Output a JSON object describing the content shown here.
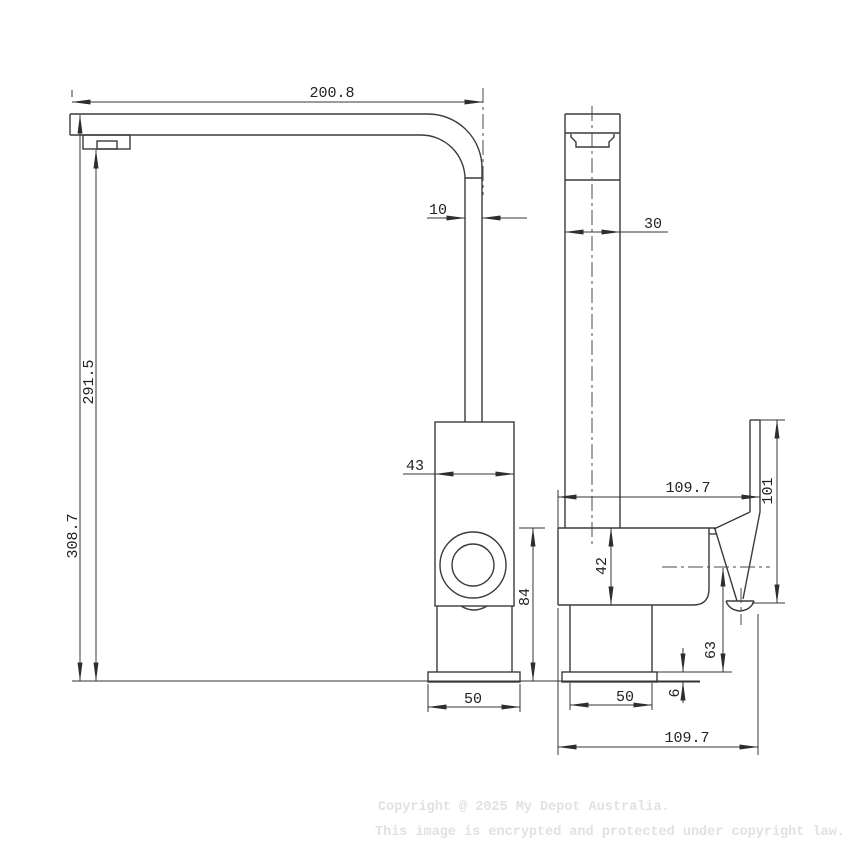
{
  "drawing": {
    "side_view": {
      "dims": {
        "spout_reach": "200.8",
        "spout_tube_width": "10",
        "outlet_height": "291.5",
        "overall_height": "308.7",
        "body_width": "43",
        "height_above_deck": "84",
        "base_width": "50"
      }
    },
    "front_view": {
      "dims": {
        "column_width": "30",
        "top_depth": "109.7",
        "body_height": "42",
        "handle_height": "101",
        "pivot_height": "63",
        "base_plate_thickness": "6",
        "base_width": "50",
        "overall_depth": "109.7"
      }
    }
  },
  "watermark": {
    "line1": "Copyright @ 2025 My Depot Australia.",
    "line2": "This image is encrypted and protected under copyright law."
  },
  "colors": {
    "background": "#ffffff",
    "object_line": "#3b3b3b",
    "dimension_line": "#343434",
    "dimension_text": "#222222",
    "watermark_text": "#e1e1e1"
  }
}
